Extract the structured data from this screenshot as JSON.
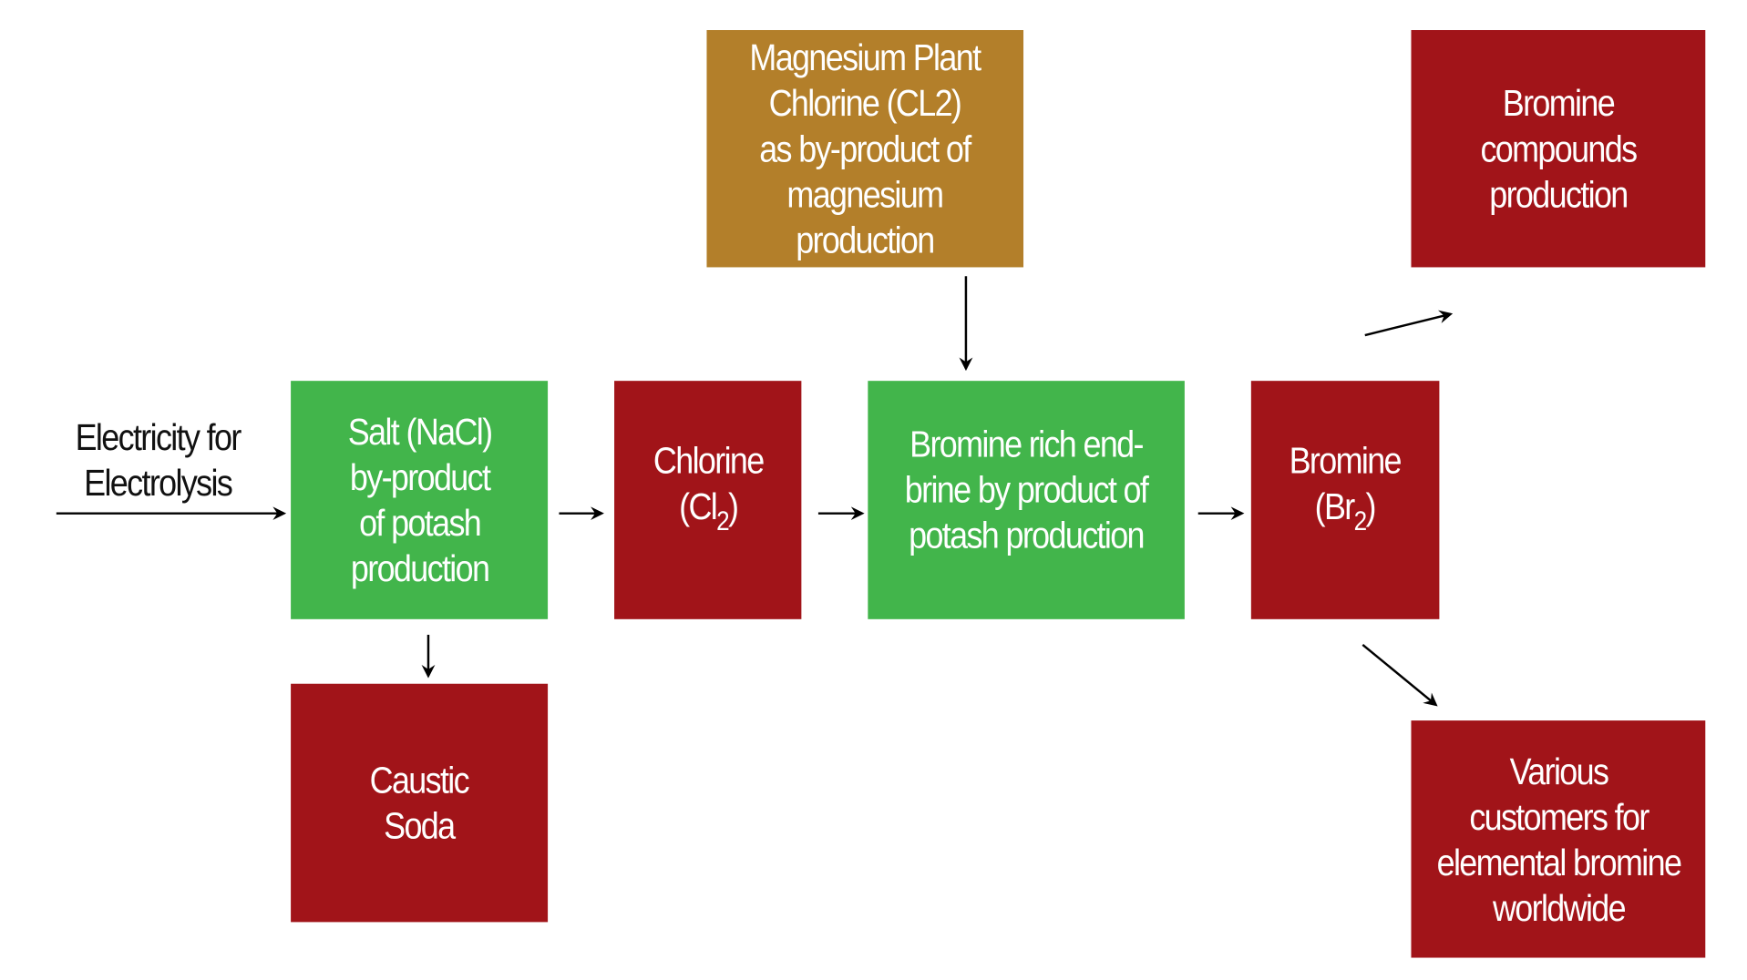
{
  "nodes": {
    "magnesium": "Magnesium Plant\nChlorine (CL2)\nas by-product of\nmagnesium\nproduction",
    "bromine_compounds": "Bromine\ncompounds\nproduction",
    "electricity": "Electricity for\nElectrolysis",
    "salt": "Salt (NaCl)\nby-product\nof potash\nproduction",
    "chlorine": "Chlorine",
    "chlorine_formula": "(Cl",
    "chlorine_sub": "2",
    "chlorine_close": ")",
    "brine": "Bromine rich end-\nbrine by product of\npotash production",
    "bromine": "Bromine",
    "bromine_formula": "(Br",
    "bromine_sub": "2",
    "bromine_close": ")",
    "caustic": "Caustic\nSoda",
    "customers": "Various\ncustomers for\nelemental  bromine\nworldwide"
  },
  "colors": {
    "red": "#a11419",
    "green": "#42b54b",
    "gold": "#b37f2a"
  }
}
